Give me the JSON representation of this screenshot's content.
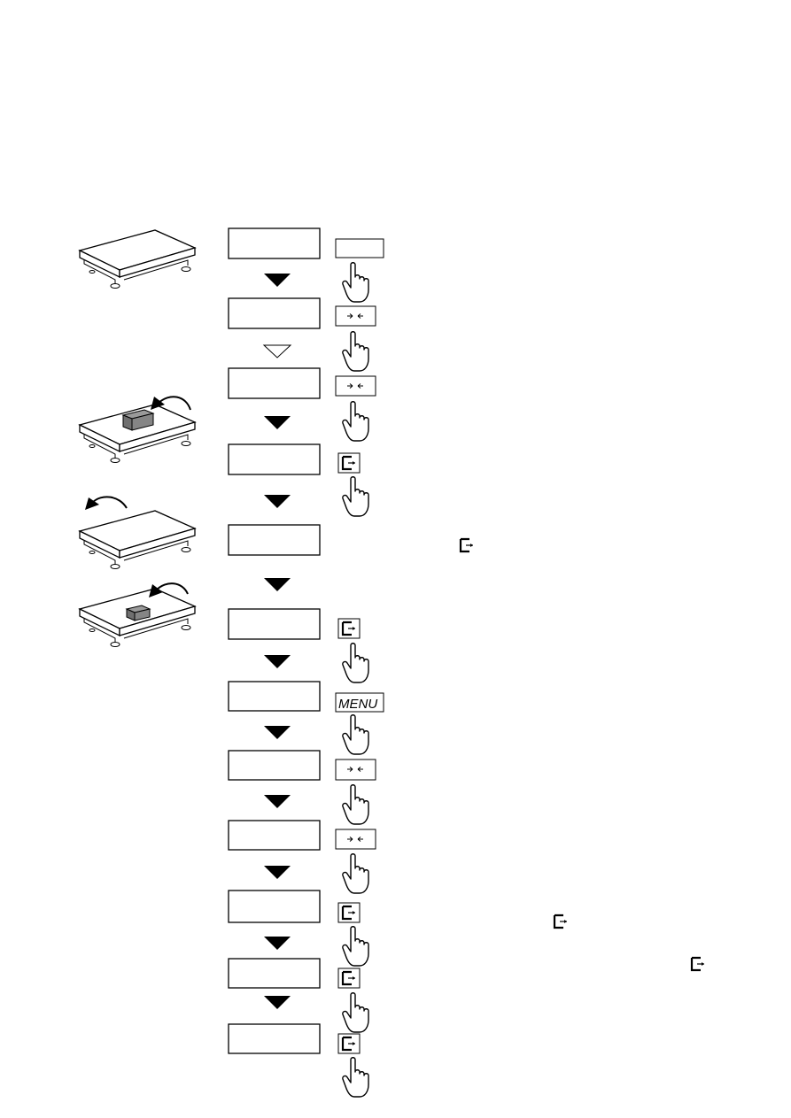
{
  "diagram": {
    "display_count": 12,
    "arrows": [
      "solid",
      "open",
      "solid",
      "solid",
      "solid",
      "solid",
      "solid",
      "solid",
      "solid",
      "solid",
      "solid"
    ],
    "buttons": [
      {
        "key": "blank"
      },
      {
        "key": "zero-arrows"
      },
      {
        "key": "zero-arrows"
      },
      {
        "key": "enter"
      },
      {
        "key": "none"
      },
      {
        "key": "enter"
      },
      {
        "key": "menu",
        "label": "MENU"
      },
      {
        "key": "zero-arrows"
      },
      {
        "key": "zero-arrows"
      },
      {
        "key": "enter"
      },
      {
        "key": "enter"
      },
      {
        "key": "enter"
      }
    ],
    "scales": [
      {
        "state": "empty"
      },
      {
        "state": "load-placed-large"
      },
      {
        "state": "load-removed"
      },
      {
        "state": "load-placed-small"
      }
    ],
    "inline_enter_icons": 3
  }
}
